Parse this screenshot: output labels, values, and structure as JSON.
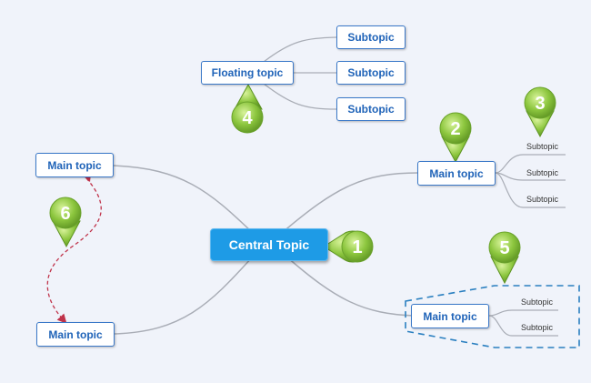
{
  "central": {
    "label": "Central Topic"
  },
  "floating": {
    "label": "Floating topic",
    "subtopics": [
      "Subtopic",
      "Subtopic",
      "Subtopic"
    ]
  },
  "main_topics": {
    "right_upper": {
      "label": "Main topic",
      "subtopics": [
        "Subtopic",
        "Subtopic",
        "Subtopic"
      ]
    },
    "right_lower": {
      "label": "Main topic",
      "subtopics": [
        "Subtopic",
        "Subtopic"
      ]
    },
    "left_upper": {
      "label": "Main topic"
    },
    "left_lower": {
      "label": "Main topic"
    }
  },
  "markers": [
    "1",
    "2",
    "3",
    "4",
    "5",
    "6"
  ],
  "colors": {
    "central_fill": "#1e9be6",
    "node_border": "#3a78c8",
    "node_text": "#1f63b8",
    "connector": "#a9adb6",
    "marker_green": "#8cc63e",
    "boundary": "#2a7fc0",
    "relationship": "#c0334a"
  }
}
